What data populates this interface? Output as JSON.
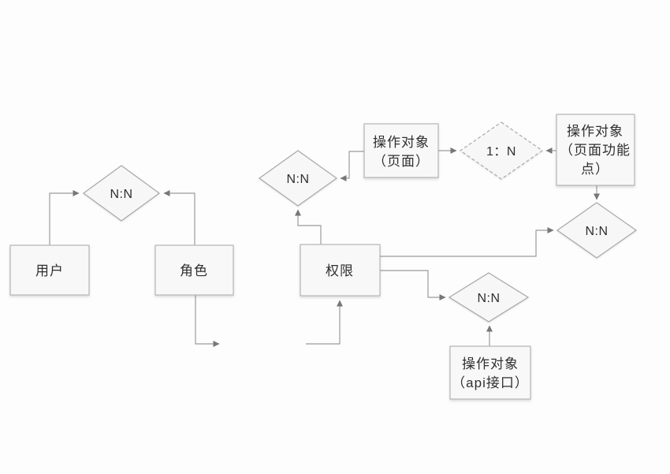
{
  "diagram": {
    "colors": {
      "background": "#fdfdfd",
      "connector": "#9c9c9c",
      "arrowhead": "#777777",
      "node_fill": "#f8f8f8",
      "node_border": "#b5b5b5",
      "diamond_fill": "#f7f7f7",
      "diamond_border": "#a8a8a8",
      "text": "#2f2f2f"
    },
    "entities": [
      {
        "id": "user",
        "lines": [
          "用户"
        ]
      },
      {
        "id": "role",
        "lines": [
          "角色"
        ]
      },
      {
        "id": "permission",
        "lines": [
          "权限"
        ]
      },
      {
        "id": "op-page",
        "lines": [
          "操作对象",
          "（页面）"
        ]
      },
      {
        "id": "op-page-function",
        "lines": [
          "操作对象",
          "（页面功能",
          "点）"
        ]
      },
      {
        "id": "op-api",
        "lines": [
          "操作对象",
          "（api接口）"
        ]
      }
    ],
    "relations": [
      {
        "id": "user-role",
        "label": "N:N",
        "style": "solid"
      },
      {
        "id": "permission-page",
        "label": "N:N",
        "style": "solid"
      },
      {
        "id": "page-pagefunction",
        "label": "1：N",
        "style": "dashed"
      },
      {
        "id": "pagefunction-permission",
        "label": "N:N",
        "style": "solid"
      },
      {
        "id": "permission-api",
        "label": "N:N",
        "style": "solid"
      }
    ]
  }
}
